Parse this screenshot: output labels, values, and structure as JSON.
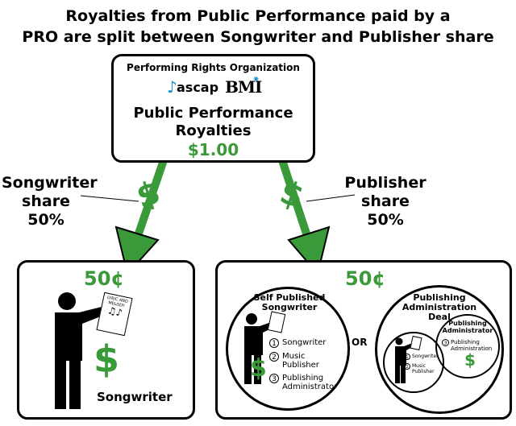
{
  "title_line1": "Royalties from Public Performance paid by a",
  "title_line2": "PRO are split between Songwriter and Publisher share",
  "pro_box": {
    "heading": "Performing Rights Organization",
    "logo_ascap": "ascap",
    "logo_bmi": "BMI",
    "line1": "Public Performance",
    "line2": "Royalties",
    "amount": "$1.00"
  },
  "left_share": {
    "line1": "Songwriter",
    "line2": "share",
    "pct": "50%"
  },
  "right_share": {
    "line1": "Publisher",
    "line2": "share",
    "pct": "50%"
  },
  "dollar_symbol": "$",
  "left_box": {
    "amount": "50¢",
    "doc_text1": "LYRIC AND",
    "doc_text2": "MELODY",
    "label": "Songwriter"
  },
  "right_box": {
    "amount": "50¢",
    "or_label": "OR",
    "self_published": {
      "title1": "Self Published",
      "title2": "Songwriter",
      "items": [
        {
          "num": "1",
          "label": "Songwriter"
        },
        {
          "num": "2",
          "label1": "Music",
          "label2": "Publisher"
        },
        {
          "num": "3",
          "label1": "Publishing",
          "label2": "Administrator"
        }
      ]
    },
    "admin_deal": {
      "title1": "Publishing",
      "title2": "Administration Deal",
      "inner_title1": "Publishing",
      "inner_title2": "Administrator",
      "item3_num": "3",
      "item3_label1": "Publishing",
      "item3_label2": "Administration",
      "item1_num": "1",
      "item1_label": "Songwriter",
      "item2_num": "2",
      "item2_label1": "Music",
      "item2_label2": "Publisher"
    }
  },
  "colors": {
    "green": "#3a9a3a",
    "black": "#000000"
  }
}
